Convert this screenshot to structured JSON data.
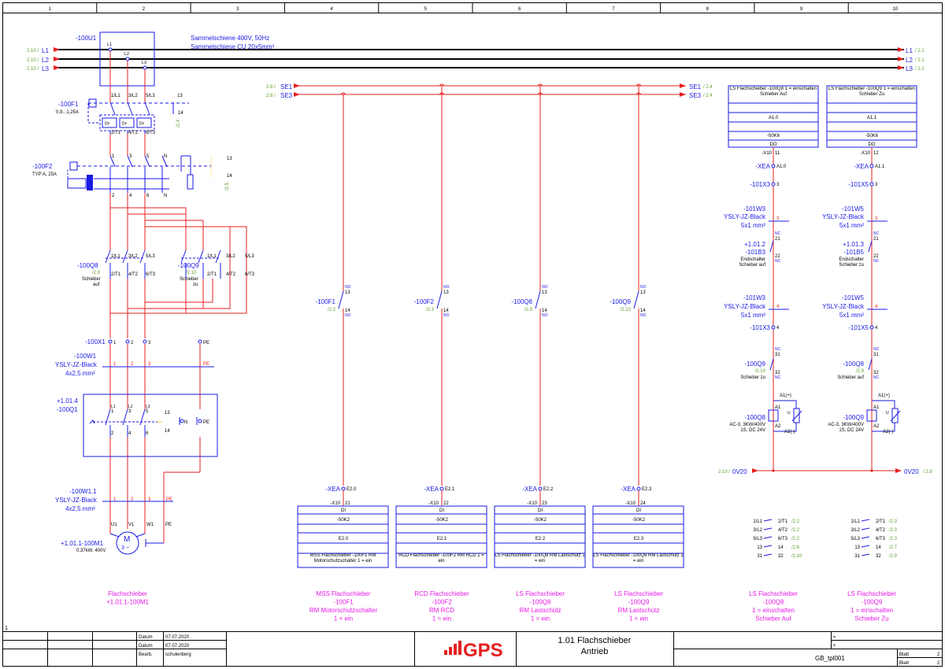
{
  "columns": [
    "1",
    "2",
    "3",
    "4",
    "5",
    "6",
    "7",
    "8",
    "9",
    "10"
  ],
  "rails": [
    {
      "name": "L1",
      "ref": "2.10 /",
      "ref_out": "/ 2.1"
    },
    {
      "name": "L2",
      "ref": "2.10 /",
      "ref_out": "/ 2.1"
    },
    {
      "name": "L3",
      "ref": "2.10 /",
      "ref_out": "/ 2.1"
    }
  ],
  "se_rails": [
    {
      "name": "SE1",
      "ref": "2.8 /",
      "ref_out": "/ 2.4"
    },
    {
      "name": "SE3",
      "ref": "2.8 /",
      "ref_out": "/ 2.4"
    }
  ],
  "busbar": {
    "tag": "-100U1",
    "text1": "Sammelschiene 400V, 50Hz",
    "text2": "Sammelschiene CU 20x5mm²",
    "pins": [
      "L1",
      "L2",
      "L3"
    ]
  },
  "f1": {
    "tag": "-100F1",
    "spec": "0,9...1,25A",
    "pins_top": [
      "1/L1",
      "3/L2",
      "5/L3",
      "13"
    ],
    "pins_bot": [
      "2/T1",
      "4/T2",
      "6/T3",
      "14"
    ],
    "ref": "/2.4",
    "trip": "I>"
  },
  "f2": {
    "tag": "-100F2",
    "spec": "TYP A, 25A",
    "pins_top": [
      "1",
      "3",
      "5",
      "N",
      "13"
    ],
    "pins_bot": [
      "2",
      "4",
      "6",
      "N",
      "14"
    ],
    "ref": "/2.5"
  },
  "q8": {
    "tag": "-100Q8",
    "ref": "/2.9",
    "desc1": "Schieber",
    "desc2": "auf",
    "pins_top": [
      "1/L1",
      "3/L2",
      "5/L3"
    ],
    "pins_bot": [
      "2/T1",
      "4/T2",
      "6/T3"
    ]
  },
  "q9": {
    "tag": "-100Q9",
    "ref": "/2.10",
    "desc1": "Schieber",
    "desc2": "zu",
    "pins_top": [
      "1/L1",
      "3/L2",
      "5/L3"
    ],
    "pins_bot": [
      "2/T1",
      "4/T2",
      "6/T3"
    ]
  },
  "x1": {
    "tag": "-100X1",
    "pins": [
      "1",
      "2",
      "3",
      "PE"
    ]
  },
  "w1": {
    "tag": "-100W1",
    "type": "YSLY-JZ-Black",
    "size": "4x2,5 mm²",
    "cores": [
      "1",
      "2",
      "3",
      "PE"
    ]
  },
  "q1": {
    "tag1": "+1.01.4",
    "tag2": "-100Q1",
    "pins_top": [
      "L1",
      "L2",
      "L3"
    ],
    "nums_top": [
      "1",
      "3",
      "5"
    ],
    "nums_bot": [
      "2",
      "4",
      "6"
    ],
    "aux1": "13",
    "aux2": "14",
    "n": "N",
    "pe": "PE"
  },
  "w11": {
    "tag": "-100W1.1",
    "type": "YSLY-JZ-Black",
    "size": "4x2,5 mm²",
    "cores": [
      "1",
      "2",
      "3",
      "PE"
    ]
  },
  "motor": {
    "tag": "+1.01.1-100M1",
    "spec": "0,37kW, 400V",
    "symbol": "M",
    "phase": "3 ~",
    "pins": [
      "U1",
      "V1",
      "W1",
      "PE"
    ]
  },
  "contacts": [
    {
      "tag": "-100F1",
      "ref": "/2.2",
      "no": "NO",
      "n1": "13",
      "n2": "14",
      "xea": "-XEA",
      "e": "E2.0",
      "x10": "-X10",
      "xpin": "21",
      "di": "DI",
      "k": "-50K2",
      "addr": "E2.0",
      "desc": "MSS Flachschieber -100F1 RM Motorschutzschalter 1 = ein"
    },
    {
      "tag": "-100F2",
      "ref": "/2.3",
      "no": "NO",
      "n1": "13",
      "n2": "14",
      "xea": "-XEA",
      "e": "E2.1",
      "x10": "-X10",
      "xpin": "22",
      "di": "DI",
      "k": "-50K2",
      "addr": "E2.1",
      "desc": "RCD Flachschieber -100F2 RM RCD 1 = ein"
    },
    {
      "tag": "-100Q8",
      "ref": "/2.9",
      "no": "NO",
      "n1": "13",
      "n2": "14",
      "xea": "-XEA",
      "e": "E2.2",
      "x10": "-X10",
      "xpin": "23",
      "di": "DI",
      "k": "-50K2",
      "addr": "E2.2",
      "desc": "LS Flachschieber -100Q8 RM Lastschütz 1 = ein"
    },
    {
      "tag": "-100Q9",
      "ref": "/2.10",
      "no": "NO",
      "n1": "13",
      "n2": "14",
      "xea": "-XEA",
      "e": "E2.3",
      "x10": "-X10",
      "xpin": "24",
      "di": "DI",
      "k": "-50K2",
      "addr": "E2.3",
      "desc": "LS Flachschieber -100Q9 RM Lastschütz 1 = ein"
    }
  ],
  "outputs": [
    {
      "box_desc": "LS Flachschieber -100Q8 1 = einschalten Schieber Auf",
      "a": "A1.0",
      "k": "-50K6",
      "do": "DO",
      "x10": "-X10",
      "xpin": "11",
      "xea": "-XEA",
      "xea_pin": "A1.0",
      "x3": "-101X3",
      "x3p1": "3",
      "w": "-101W3",
      "wtype": "YSLY-JZ-Black",
      "wsize": "5x1 mm²",
      "wcore1": "3",
      "lim_tag1": "+1.01.2",
      "lim_tag2": "-101B3",
      "lim_d1": "Endschalter",
      "lim_d2": "Schieber auf",
      "nc": "NC",
      "l21": "21",
      "l22": "22",
      "wcore2": "4",
      "x3p2": "4",
      "il_tag": "-100Q9",
      "il_ref": "/2.10",
      "il_d": "Schieber zu",
      "il31": "31",
      "il32": "32",
      "coil_tag": "-100Q8",
      "coil_s1": "AC-3, 3KW/400V",
      "coil_s2": "1S, DC 24V",
      "a1p": "A1(+)",
      "a1": "A1",
      "a2": "A2",
      "a2m": "A2(-)",
      "u": "U"
    },
    {
      "box_desc": "LS Flachschieber -100Q9 1 = einschalten Schieber Zu",
      "a": "A1.1",
      "k": "-50K6",
      "do": "DO",
      "x10": "-X10",
      "xpin": "12",
      "xea": "-XEA",
      "xea_pin": "A1.1",
      "x3": "-101X5",
      "x3p1": "3",
      "w": "-101W5",
      "wtype": "YSLY-JZ-Black",
      "wsize": "5x1 mm²",
      "wcore1": "3",
      "lim_tag1": "+1.01.3",
      "lim_tag2": "-101B5",
      "lim_d1": "Endschalter",
      "lim_d2": "Schieber zu",
      "nc": "NC",
      "l21": "21",
      "l22": "22",
      "wcore2": "4",
      "x3p2": "4",
      "il_tag": "-100Q8",
      "il_ref": "/2.9",
      "il_d": "Schieber auf",
      "il31": "31",
      "il32": "32",
      "coil_tag": "-100Q9",
      "coil_s1": "AC-3, 3KW/400V",
      "coil_s2": "1S, DC 24V",
      "a1p": "A1(+)",
      "a1": "A1",
      "a2": "A2",
      "a2m": "A2(-)",
      "u": "U"
    }
  ],
  "ov20": {
    "name": "0V20",
    "ref": "2.10 /",
    "ref_out": "/ 2.9"
  },
  "xrefs": [
    {
      "rows": [
        [
          "1/L1",
          "2/T1",
          "/2.2"
        ],
        [
          "3/L2",
          "4/T2",
          "/2.2"
        ],
        [
          "5/L3",
          "6/T3",
          "/2.2"
        ],
        [
          "13",
          "14",
          "/2.6"
        ],
        [
          "31",
          "32",
          "/2.10"
        ]
      ]
    },
    {
      "rows": [
        [
          "1/L1",
          "2/T1",
          "/2.3"
        ],
        [
          "3/L2",
          "4/T2",
          "/2.3"
        ],
        [
          "5/L3",
          "6/T3",
          "/2.3"
        ],
        [
          "13",
          "14",
          "/2.7"
        ],
        [
          "31",
          "32",
          "/2.9"
        ]
      ]
    }
  ],
  "footer_labels": [
    [
      "Flachschieber",
      "+1.01.1-100M1"
    ],
    [
      "MSS Flachschieber",
      "-100F1",
      "RM Motorschutzschalter",
      "1 = ein"
    ],
    [
      "RCD Flachschieber",
      "-100F2",
      "RM RCD",
      "1 = ein"
    ],
    [
      "LS Flachschieber",
      "-100Q8",
      "RM Lastschütz",
      "1 = ein"
    ],
    [
      "LS Flachschieber",
      "-100Q9",
      "RM Lastschütz",
      "1 = ein"
    ],
    [
      "LS Flachschieber",
      "-100Q8",
      "1 = einschalten",
      "Schieber Auf"
    ],
    [
      "LS Flachschieber",
      "-100Q9",
      "1 = einschalten",
      "Schieber Zu"
    ]
  ],
  "titleblock": {
    "page_index": "1",
    "datum_label": "Datum",
    "datum1": "07.07.2020",
    "datum2": "07.07.2020",
    "bearb_label": "Bearb.",
    "bearb": "schulenberg",
    "logo": "GPS",
    "title1": "1.01 Flachschieber",
    "title2": "Antrieb",
    "eq": "=",
    "plus": "+",
    "template": "GB_tpl001",
    "blatt_label": "Blatt",
    "blatt1": "2",
    "blatt2": "2"
  },
  "colors": {
    "wire": "#e62020",
    "device": "#1a1ae6",
    "label": "#e619e6",
    "ref": "#5aa02c"
  }
}
